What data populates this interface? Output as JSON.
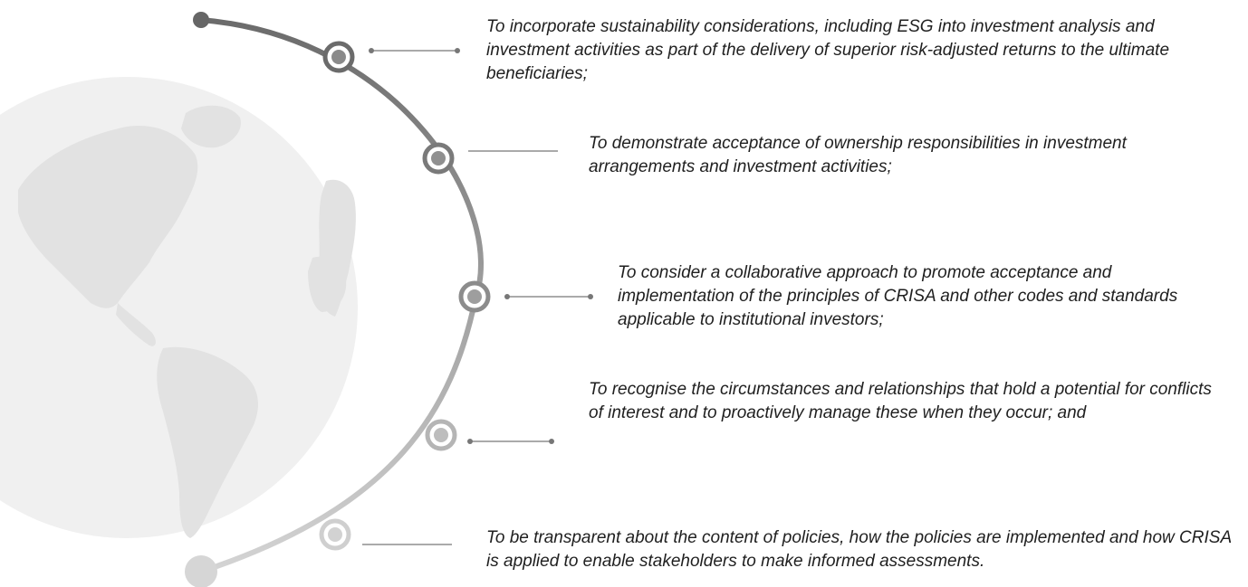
{
  "items": [
    {
      "text": "To incorporate sustainability considerations, including ESG into investment analysis and investment activities as part of the delivery of superior risk-adjusted returns to the ultimate beneficiaries;"
    },
    {
      "text": "To demonstrate acceptance of ownership responsibilities in investment arrangements and investment activities;"
    },
    {
      "text": "To consider a collaborative approach to promote acceptance and implementation of the principles of CRISA and other codes and standards applicable to institutional investors;"
    },
    {
      "text": "To recognise the circumstances and relationships that hold a potential for conflicts of interest and to proactively manage these when they occur; and"
    },
    {
      "text": "To be transparent about the content of policies, how the policies are implemented and how CRISA is applied to enable stakeholders to make informed assessments."
    }
  ],
  "colors": {
    "arc_dark": "#6b6b6b",
    "arc_mid": "#9a9a9a",
    "arc_light": "#d4d4d4",
    "globe": "#f0f0f0",
    "land": "#e2e2e2",
    "text": "#1f1f1f"
  }
}
